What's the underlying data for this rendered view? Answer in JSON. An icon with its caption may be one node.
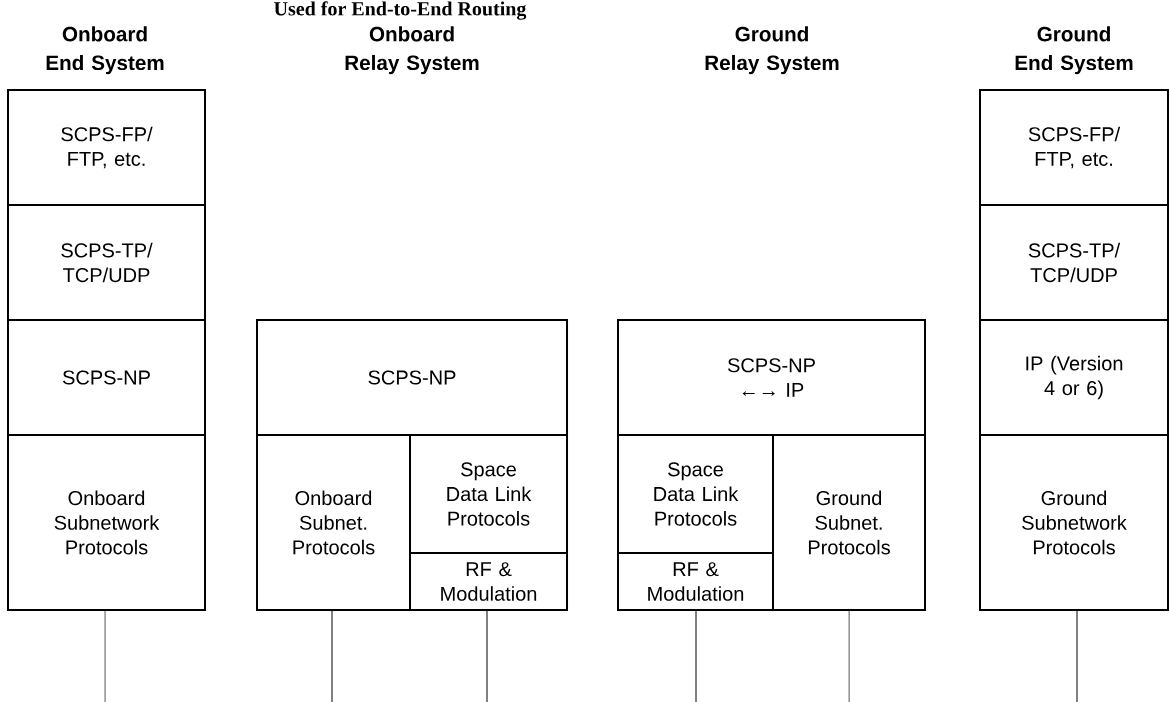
{
  "diagram": {
    "title": "Used for End-to-End Routing",
    "nodes": [
      {
        "text": [
          "SCPS-FP/ FTP, etc."
        ]
      },
      {
        "text": [
          "SCPS-TP/ TCP/UDP"
        ]
      },
      {
        "text": [
          "SCPS-NP"
        ]
      },
      {
        "text": [
          "Onboard Subnetwork Protocols"
        ]
      },
      {
        "text": [
          "SCPS-NP"
        ]
      },
      {
        "text": [
          "Onboard Subnet. Protocols"
        ]
      },
      {
        "text": [
          "Space Data Link Protocols"
        ]
      },
      {
        "text": [
          "RF & Modulation"
        ]
      },
      {
        "text": [
          "SCPS-NP ←→ IP"
        ]
      },
      {
        "text": [
          "Space Data Link Protocols"
        ]
      },
      {
        "text": [
          "RF & Modulation"
        ]
      },
      {
        "text": [
          "Ground Subnet. Protocols"
        ]
      },
      {
        "text": [
          "SCPS-FP/ FTP, etc."
        ]
      },
      {
        "text": [
          "SCPS-TP/ TCP/UDP"
        ]
      },
      {
        "text": [
          "IP (Version 4 or 6)"
        ]
      },
      {
        "text": [
          "Ground Subnetwork Protocols"
        ]
      }
    ],
    "edges": [
      {
        "from": 3,
        "to": null,
        "arrow": "none"
      },
      {
        "from": 5,
        "to": null,
        "arrow": "none"
      },
      {
        "from": 7,
        "to": null,
        "arrow": "none"
      },
      {
        "from": 10,
        "to": null,
        "arrow": "none"
      },
      {
        "from": 11,
        "to": null,
        "arrow": "none"
      },
      {
        "from": 15,
        "to": null,
        "arrow": "none"
      }
    ],
    "labels": [
      "Onboard End System",
      "Onboard Relay System",
      "Ground Relay System",
      "Ground End System"
    ]
  }
}
